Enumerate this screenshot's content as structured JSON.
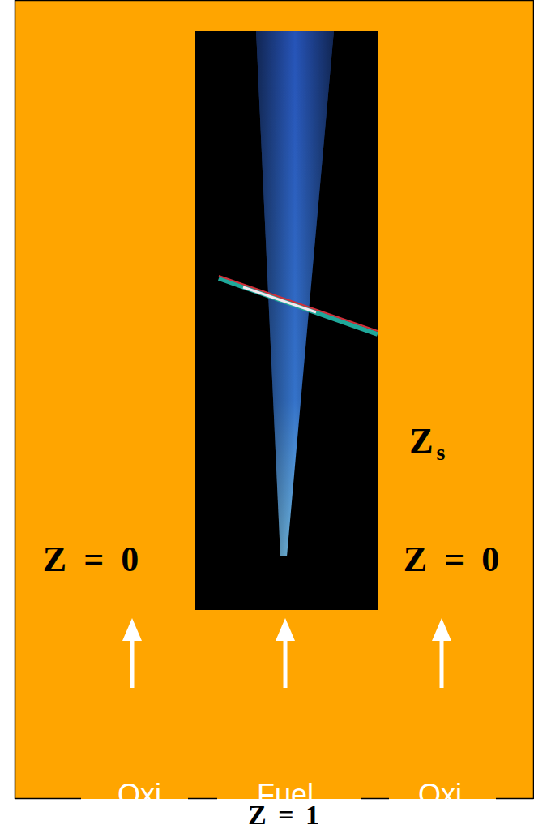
{
  "diagram": {
    "labels": [
      "Z = 0",
      "Z = 0",
      "Z",
      "s",
      "Oxi",
      "Fuel",
      "Oxi",
      "Z = 1"
    ]
  }
}
